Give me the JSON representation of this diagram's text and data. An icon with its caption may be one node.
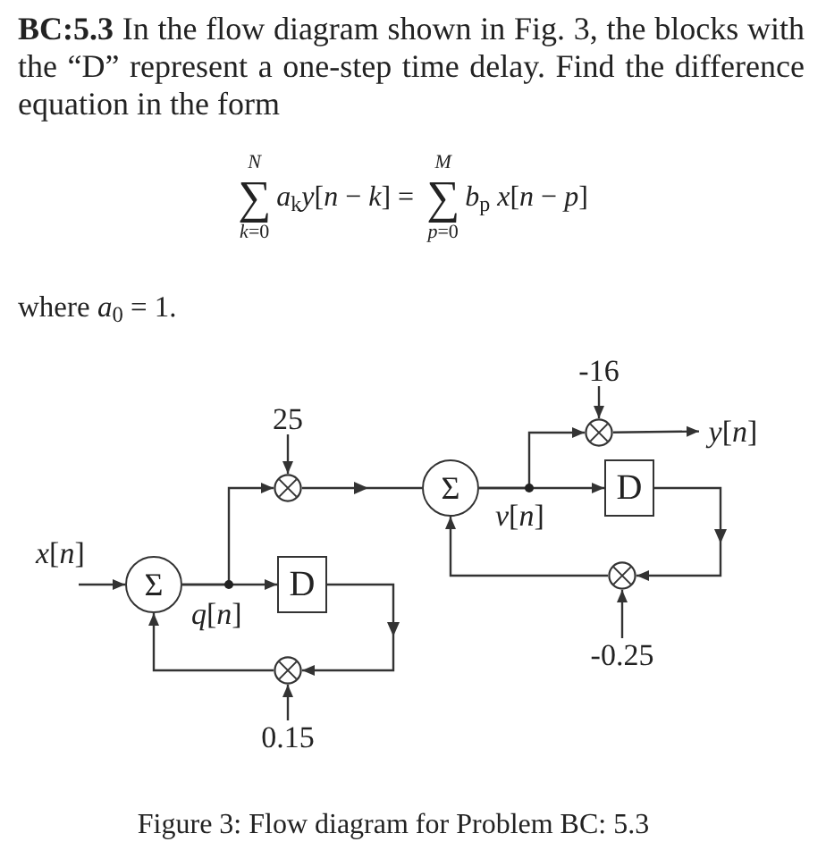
{
  "diagram": {
    "caption": "Figure 3: Flow diagram for Problem BC: 5.3",
    "nodes": [
      {
        "text": [
          "Σ"
        ]
      },
      {
        "text": [
          "D"
        ]
      },
      {
        "text": [],
        "shape": "circle"
      },
      {
        "text": [],
        "shape": "circle"
      },
      {
        "text": [
          "Σ"
        ]
      },
      {
        "text": [
          "D"
        ]
      },
      {
        "text": [],
        "shape": "circle"
      },
      {
        "text": [],
        "shape": "circle"
      },
      {
        "text": [
          "25"
        ]
      },
      {
        "text": [
          "0.15"
        ]
      },
      {
        "text": [
          "-16"
        ]
      },
      {
        "text": [
          "-0.25"
        ]
      },
      {
        "text": [
          "*y*[*n*]"
        ]
      }
    ],
    "edges": [
      {
        "from": null,
        "to": 0,
        "arrow": "to"
      },
      {
        "from": 0,
        "to": 1,
        "arrow": "to"
      },
      {
        "from": 0,
        "to": 2,
        "arrow": "to"
      },
      {
        "from": 8,
        "to": 2,
        "arrow": "to"
      },
      {
        "from": 1,
        "to": 3,
        "arrow": "to"
      },
      {
        "from": 9,
        "to": 3,
        "arrow": "to"
      },
      {
        "from": 3,
        "to": 0,
        "arrow": "to"
      },
      {
        "from": 2,
        "to": 4,
        "arrow": "to"
      },
      {
        "from": 4,
        "to": 5,
        "arrow": "to"
      },
      {
        "from": 4,
        "to": 6,
        "arrow": "to"
      },
      {
        "from": 10,
        "to": 6,
        "arrow": "to"
      },
      {
        "from": 6,
        "to": 12,
        "arrow": "to"
      },
      {
        "from": 5,
        "to": 7,
        "arrow": "to"
      },
      {
        "from": 11,
        "to": 7,
        "arrow": "to"
      },
      {
        "from": 7,
        "to": 4,
        "arrow": "to"
      }
    ],
    "labels": [
      "**BC:5.3** In the flow diagram shown in Fig. 3, the blocks with the “D” represent a one-step time delay. Find the difference equation in the form",
      "*N*",
      "∑",
      "*k*=0",
      "*a*$_{k}$*y*[*n* − *k*] =",
      "*M*",
      "∑",
      "*p*=0",
      "*b*$_{p}$ *x*[*n* − *p*]",
      "where *a*$_{0}$ = 1.",
      "*x*[*n*]",
      "*q*[*n*]",
      "*v*[*n*]"
    ]
  }
}
